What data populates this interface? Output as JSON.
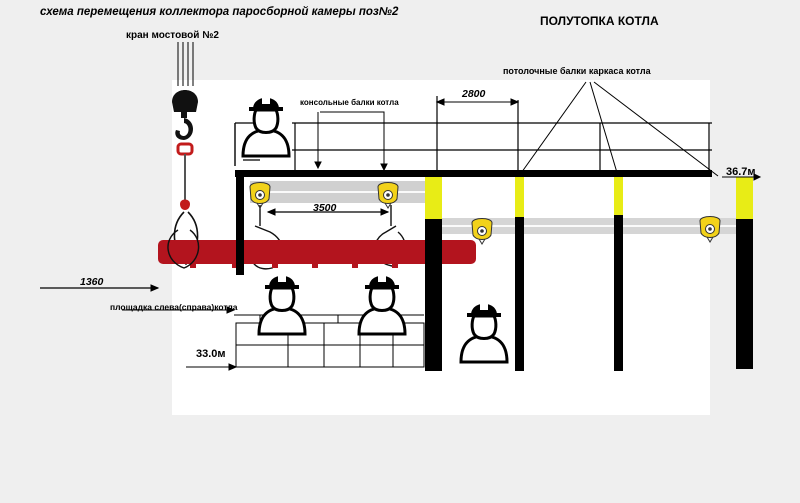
{
  "title": "схема перемещения коллектора паросборной камеры поз№2",
  "section_title": "ПОЛУТОПКА КОТЛА",
  "labels": {
    "crane": "кран мостовой №2",
    "ceiling_beams": "потолочные балки каркаса котла",
    "console_beams": "консольные балки котла",
    "platform": "площадка слева(справа)котла"
  },
  "dimensions": {
    "span_2800": "2800",
    "span_3500": "3500",
    "offset_1360": "1360"
  },
  "levels": {
    "lower": "33.0м",
    "upper": "36.7м"
  },
  "colors": {
    "collector": "#b3141e",
    "column": "#000000",
    "column_cap": "#e8ec16",
    "hoist": "#f2d21a",
    "crane_hook": "#c21b1b",
    "beam_fill": "#cfcfcf"
  },
  "icons": [
    "worker-helmet-icon",
    "chain-hoist-icon",
    "crane-hook-icon"
  ]
}
